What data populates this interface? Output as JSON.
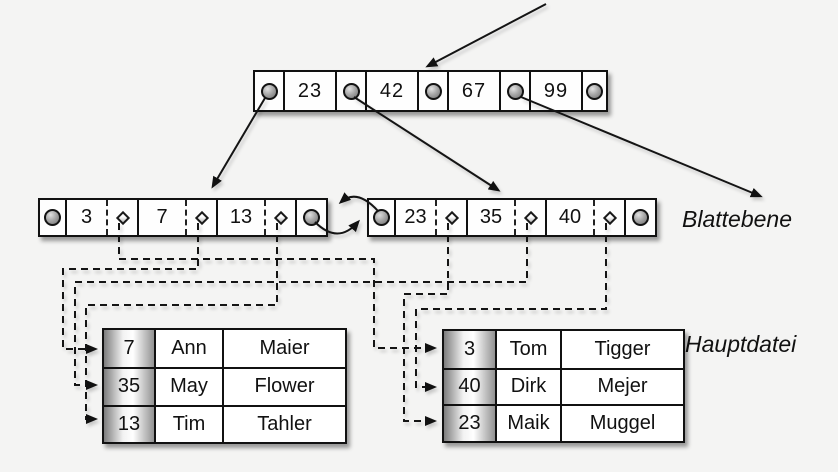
{
  "diagram": {
    "background": "#f4f4f3",
    "ink": "#111111",
    "labels": {
      "leaf_level": "Blattebene",
      "main_file": "Hauptdatei"
    },
    "root_node": {
      "keys": [
        "23",
        "42",
        "67",
        "99"
      ]
    },
    "leaves": {
      "left": {
        "keys": [
          "3",
          "7",
          "13"
        ]
      },
      "right": {
        "keys": [
          "23",
          "35",
          "40"
        ]
      }
    },
    "main_file_tables": {
      "left": {
        "rows": [
          {
            "key": "7",
            "first": "Ann",
            "last": "Maier"
          },
          {
            "key": "35",
            "first": "May",
            "last": "Flower"
          },
          {
            "key": "13",
            "first": "Tim",
            "last": "Tahler"
          }
        ]
      },
      "right": {
        "rows": [
          {
            "key": "3",
            "first": "Tom",
            "last": "Tigger"
          },
          {
            "key": "40",
            "first": "Dirk",
            "last": "Mejer"
          },
          {
            "key": "23",
            "first": "Maik",
            "last": "Muggel"
          }
        ]
      }
    }
  }
}
